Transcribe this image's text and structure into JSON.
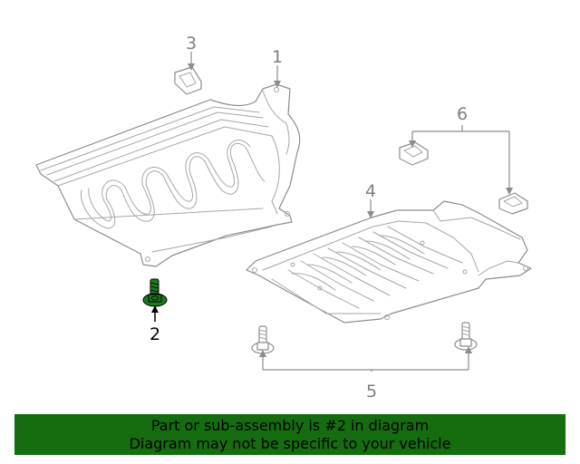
{
  "callouts": {
    "c1": "1",
    "c2": "2",
    "c3": "3",
    "c4": "4",
    "c5": "5",
    "c6": "6"
  },
  "highlighted_part": "2",
  "banner": {
    "line1": "Part or sub-assembly is #2 in diagram",
    "line2": "Diagram may not be specific to your vehicle"
  },
  "colors": {
    "banner_bg": "#156d10",
    "highlight_part": "#1e7a1e",
    "line_art": "#8c8c8c"
  }
}
